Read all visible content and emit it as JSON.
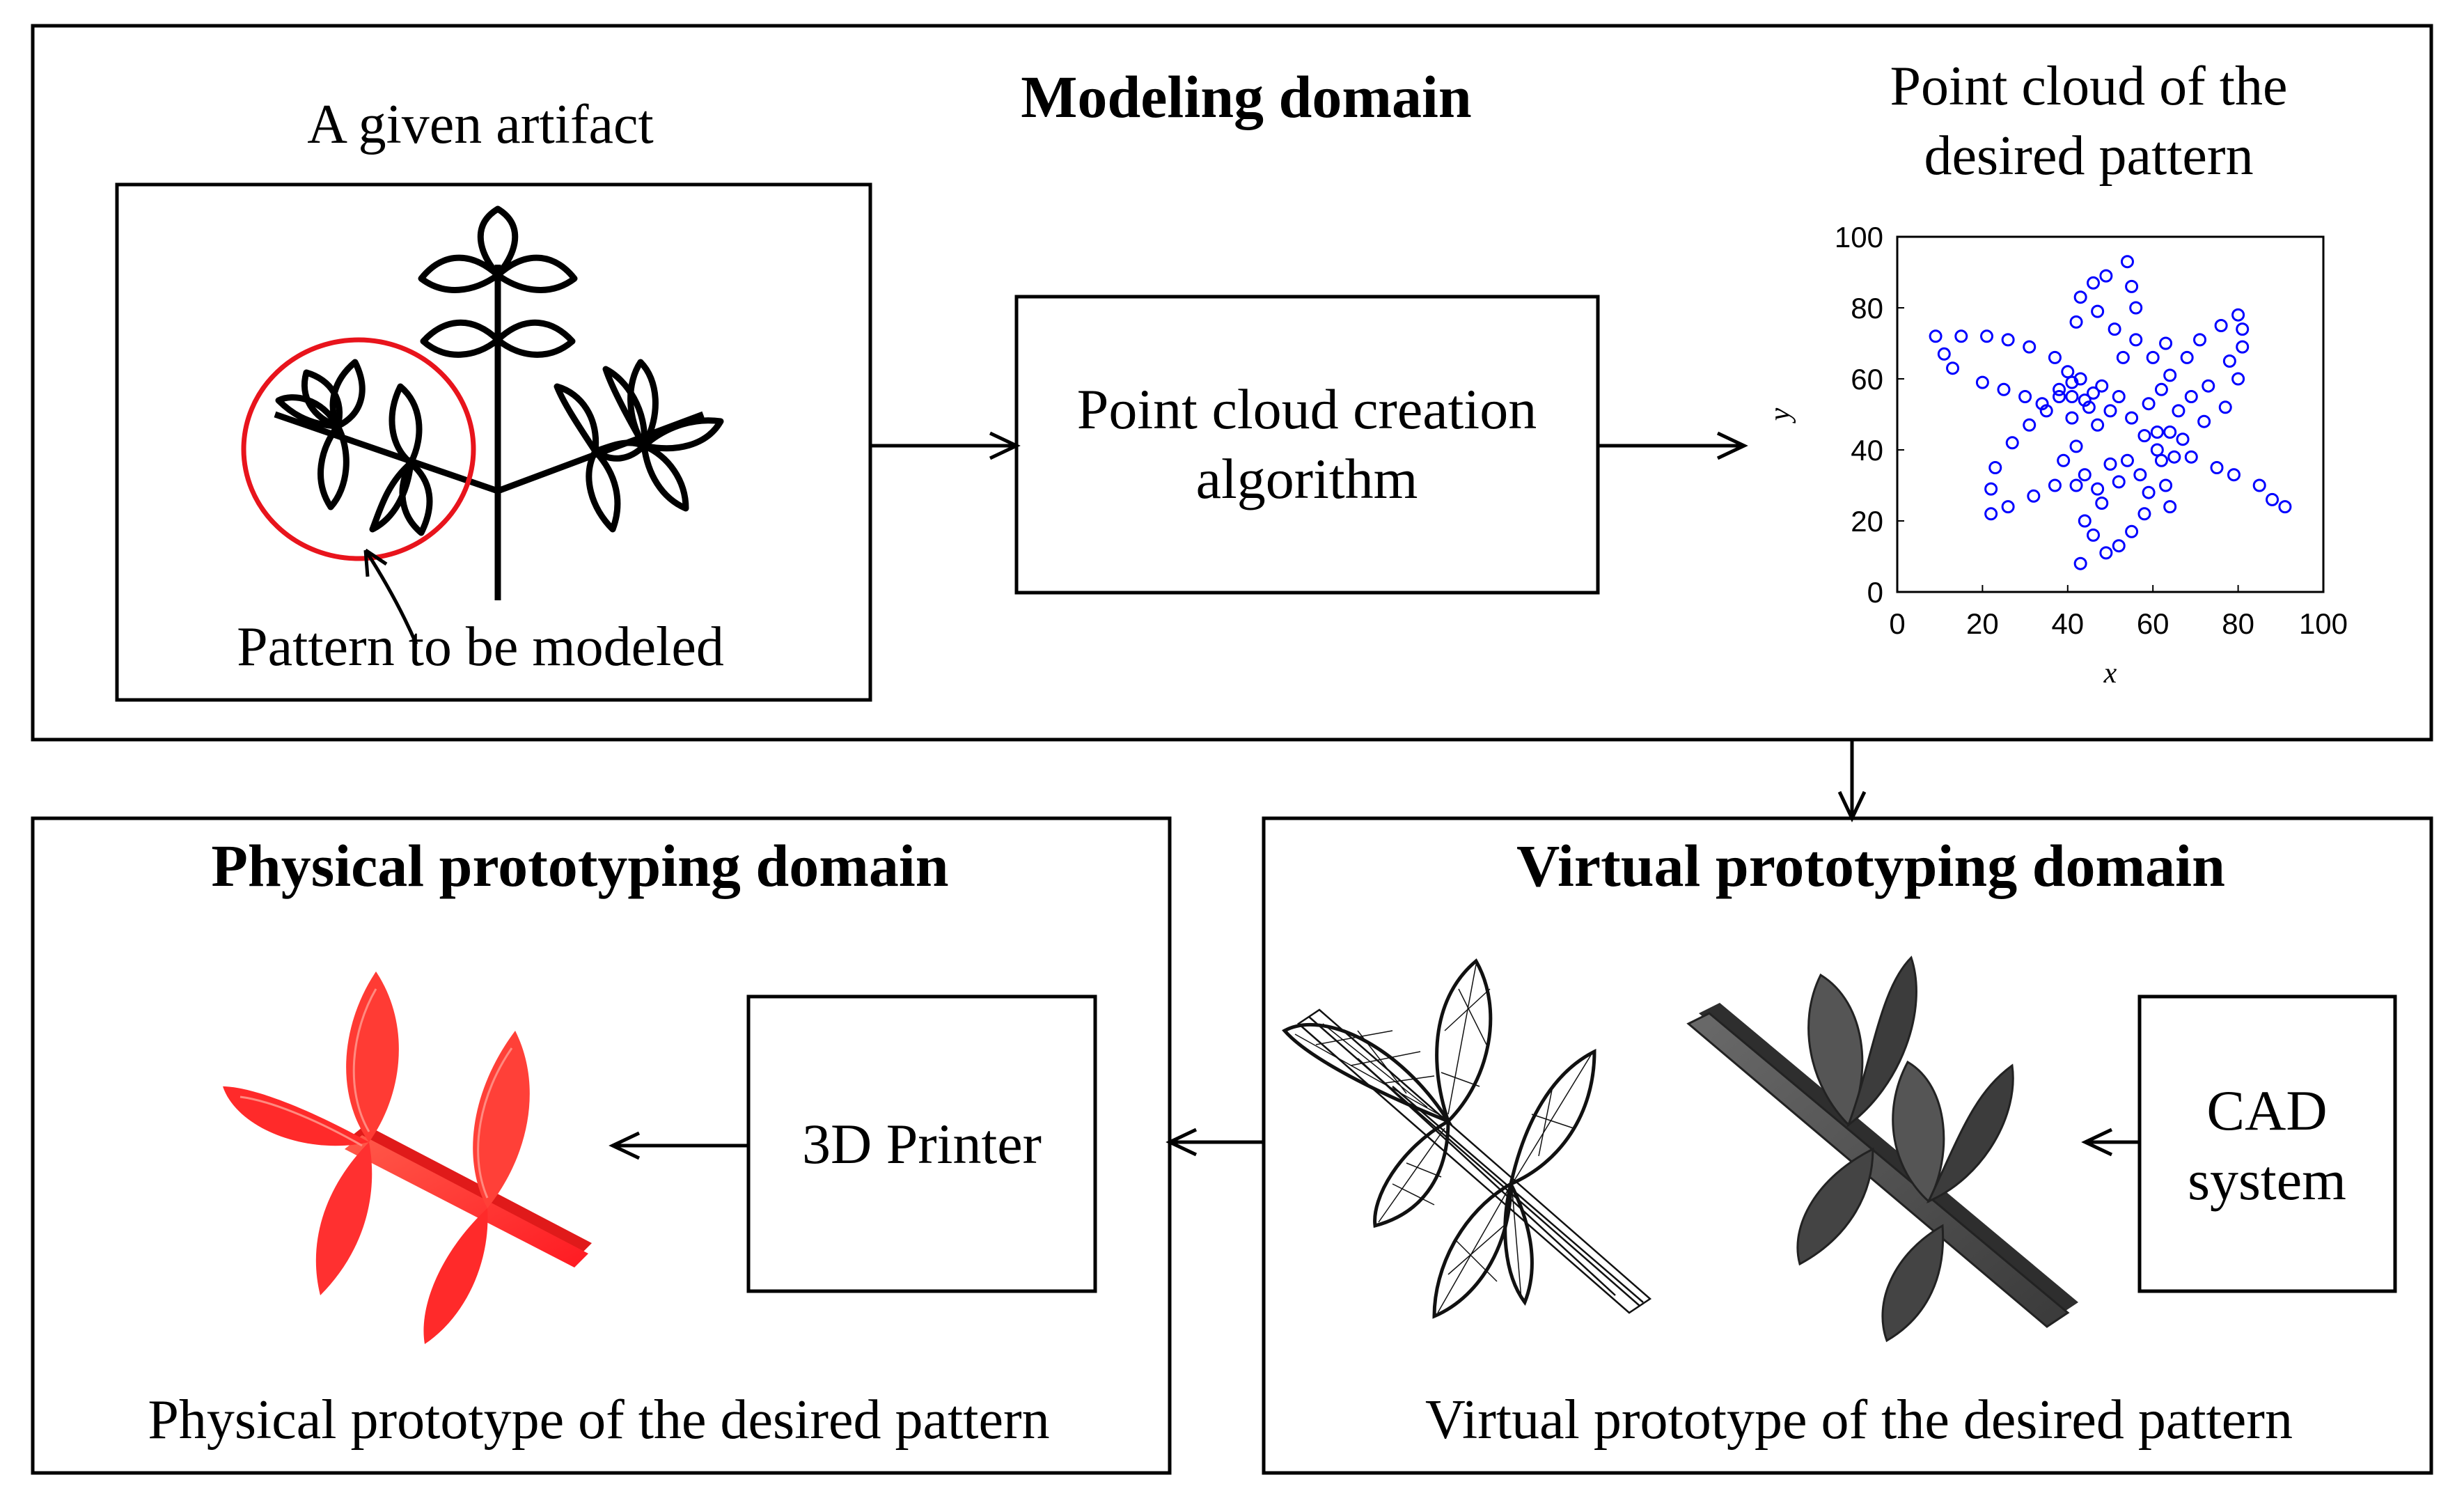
{
  "modeling": {
    "title": "Modeling domain",
    "artifact_label": "A given artifact",
    "pattern_label": "Pattern to be modeled",
    "algorithm_line1": "Point cloud creation",
    "algorithm_line2": "algorithm",
    "cloud_title_line1": "Point cloud of the",
    "cloud_title_line2": "desired pattern"
  },
  "virtual": {
    "title": "Virtual prototyping domain",
    "cad_line1": "CAD",
    "cad_line2": "system",
    "caption": "Virtual prototype of the desired pattern"
  },
  "physical": {
    "title": "Physical prototyping domain",
    "printer_label": "3D Printer",
    "caption": "Physical prototype of the desired pattern"
  },
  "colors": {
    "points": "#0000ff",
    "highlight": "#e8141c",
    "solid_model": "#4a4a4a",
    "printed_part": "#ff3434"
  },
  "chart_data": {
    "type": "scatter",
    "title": "",
    "xlabel": "x",
    "ylabel": "y",
    "xlim": [
      0,
      100
    ],
    "ylim": [
      0,
      100
    ],
    "xticks": [
      0,
      20,
      40,
      60,
      80,
      100
    ],
    "yticks": [
      0,
      20,
      40,
      60,
      80,
      100
    ],
    "grid": false,
    "points": [
      [
        9,
        72
      ],
      [
        11,
        67
      ],
      [
        13,
        63
      ],
      [
        15,
        72
      ],
      [
        20,
        59
      ],
      [
        21,
        72
      ],
      [
        22,
        22
      ],
      [
        22,
        29
      ],
      [
        23,
        35
      ],
      [
        25,
        57
      ],
      [
        26,
        71
      ],
      [
        26,
        24
      ],
      [
        27,
        42
      ],
      [
        30,
        55
      ],
      [
        31,
        47
      ],
      [
        31,
        69
      ],
      [
        32,
        27
      ],
      [
        34,
        53
      ],
      [
        35,
        51
      ],
      [
        37,
        30
      ],
      [
        37,
        66
      ],
      [
        38,
        55
      ],
      [
        38,
        57
      ],
      [
        39,
        37
      ],
      [
        40,
        62
      ],
      [
        41,
        55
      ],
      [
        41,
        59
      ],
      [
        41,
        49
      ],
      [
        42,
        41
      ],
      [
        42,
        30
      ],
      [
        42,
        76
      ],
      [
        43,
        8
      ],
      [
        43,
        60
      ],
      [
        43,
        83
      ],
      [
        44,
        54
      ],
      [
        44,
        33
      ],
      [
        44,
        20
      ],
      [
        45,
        52
      ],
      [
        46,
        87
      ],
      [
        46,
        56
      ],
      [
        46,
        16
      ],
      [
        47,
        47
      ],
      [
        47,
        29
      ],
      [
        47,
        79
      ],
      [
        48,
        58
      ],
      [
        48,
        25
      ],
      [
        49,
        11
      ],
      [
        49,
        89
      ],
      [
        50,
        36
      ],
      [
        50,
        51
      ],
      [
        51,
        74
      ],
      [
        52,
        13
      ],
      [
        52,
        55
      ],
      [
        52,
        31
      ],
      [
        53,
        66
      ],
      [
        54,
        93
      ],
      [
        54,
        37
      ],
      [
        55,
        49
      ],
      [
        55,
        86
      ],
      [
        55,
        17
      ],
      [
        56,
        80
      ],
      [
        56,
        71
      ],
      [
        57,
        33
      ],
      [
        58,
        44
      ],
      [
        58,
        22
      ],
      [
        59,
        28
      ],
      [
        59,
        53
      ],
      [
        60,
        66
      ],
      [
        61,
        40
      ],
      [
        61,
        45
      ],
      [
        62,
        57
      ],
      [
        62,
        37
      ],
      [
        63,
        70
      ],
      [
        63,
        30
      ],
      [
        64,
        61
      ],
      [
        64,
        24
      ],
      [
        64,
        45
      ],
      [
        65,
        38
      ],
      [
        66,
        51
      ],
      [
        67,
        43
      ],
      [
        68,
        66
      ],
      [
        69,
        38
      ],
      [
        69,
        55
      ],
      [
        71,
        71
      ],
      [
        72,
        48
      ],
      [
        73,
        58
      ],
      [
        75,
        35
      ],
      [
        76,
        75
      ],
      [
        77,
        52
      ],
      [
        78,
        65
      ],
      [
        79,
        33
      ],
      [
        80,
        60
      ],
      [
        80,
        78
      ],
      [
        81,
        69
      ],
      [
        81,
        74
      ],
      [
        85,
        30
      ],
      [
        88,
        26
      ],
      [
        91,
        24
      ]
    ]
  }
}
